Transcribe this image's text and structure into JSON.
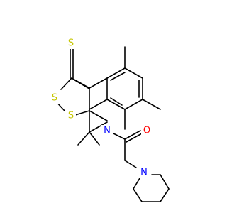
{
  "molecule": {
    "type": "skeletal-structure",
    "atoms": [
      {
        "id": "S_thione",
        "element": "S",
        "label": "S",
        "color": "#c6c600"
      },
      {
        "id": "S_ring1",
        "element": "S",
        "label": "S",
        "color": "#c6c600"
      },
      {
        "id": "S_ring2",
        "element": "S",
        "label": "S",
        "color": "#c6c600"
      },
      {
        "id": "N_ring",
        "element": "N",
        "label": "N",
        "color": "#0000ff"
      },
      {
        "id": "O_carbonyl",
        "element": "O",
        "label": "O",
        "color": "#ff0000"
      },
      {
        "id": "N_piperidine",
        "element": "N",
        "label": "N",
        "color": "#0000ff"
      }
    ],
    "bond_color": "#000000",
    "background": "#ffffff"
  }
}
